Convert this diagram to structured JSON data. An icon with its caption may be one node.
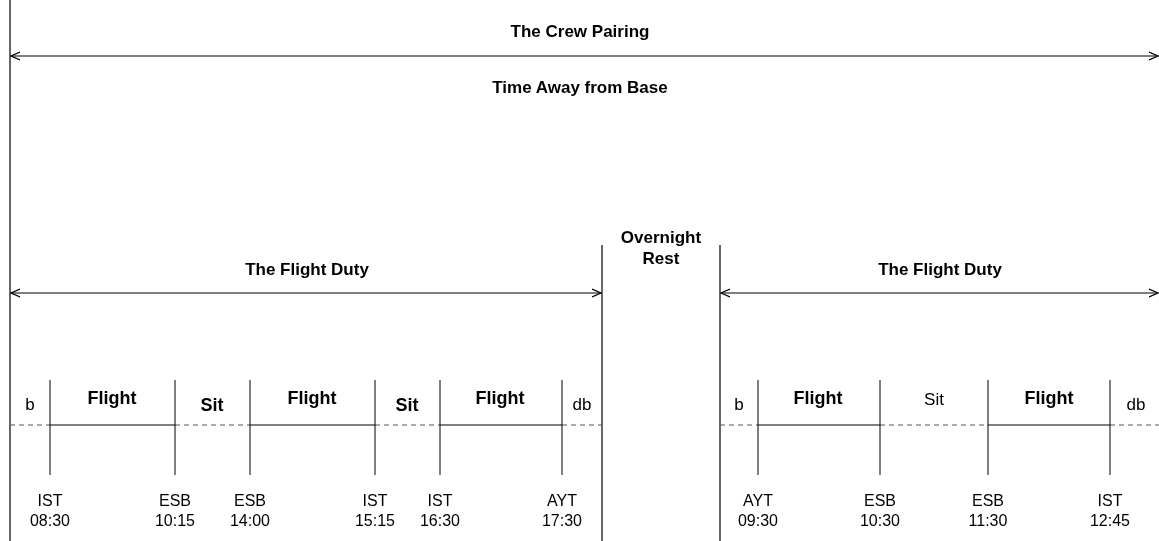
{
  "diagram": {
    "labels": [
      "The Crew Pairing",
      "Time Away from Base",
      "Overnight Rest",
      "The Flight Duty",
      "The Flight Duty",
      "b",
      "Flight",
      "Sit",
      "Flight",
      "Sit",
      "Flight",
      "db",
      "b",
      "Flight",
      "Sit",
      "Flight",
      "db",
      "IST 08:30",
      "ESB 10:15",
      "ESB 14:00",
      "IST 15:15",
      "IST 16:30",
      "AYT 17:30",
      "AYT 09:30",
      "ESB 10:30",
      "ESB 11:30",
      "IST 12:45"
    ]
  }
}
